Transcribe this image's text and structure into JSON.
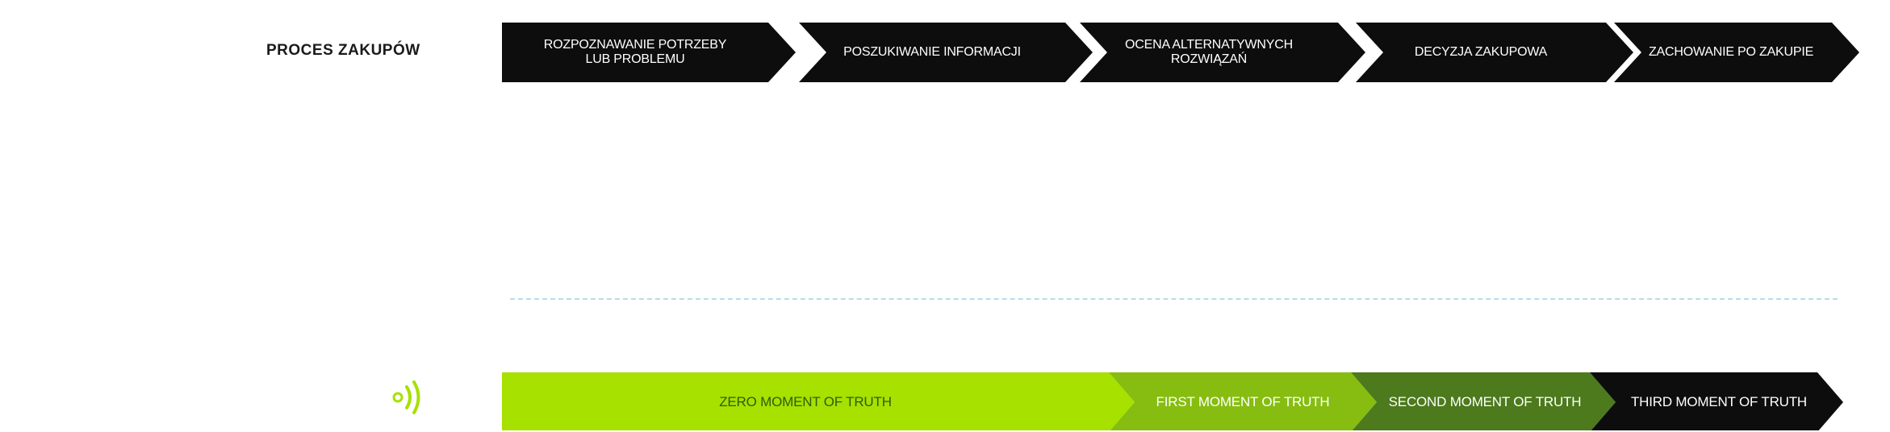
{
  "process": {
    "label": "PROCES ZAKUPÓW",
    "stages": [
      {
        "label": "ROZPOZNAWANIE POTRZEBY\nLUB PROBLEMU"
      },
      {
        "label": "POSZUKIWANIE INFORMACJI"
      },
      {
        "label": "OCENA ALTERNATYWNYCH\nROZWIĄZAŃ"
      },
      {
        "label": "DECYZJA ZAKUPOWA"
      },
      {
        "label": "ZACHOWANIE PO ZAKUPIE"
      }
    ],
    "color": "#0d0d0d"
  },
  "moments": {
    "icon": "signal-waves-icon",
    "items": [
      {
        "label": "ZERO MOMENT OF TRUTH",
        "color": "#a6e100",
        "text_color": "#2f5c0a"
      },
      {
        "label": "FIRST MOMENT OF TRUTH",
        "color": "#86bd10",
        "text_color": "#ffffff"
      },
      {
        "label": "SECOND MOMENT OF TRUTH",
        "color": "#4c7a1c",
        "text_color": "#ffffff"
      },
      {
        "label": "THIRD MOMENT OF TRUTH",
        "color": "#0d0d0d",
        "text_color": "#ffffff"
      }
    ]
  },
  "divider_color": "#b9dce8"
}
